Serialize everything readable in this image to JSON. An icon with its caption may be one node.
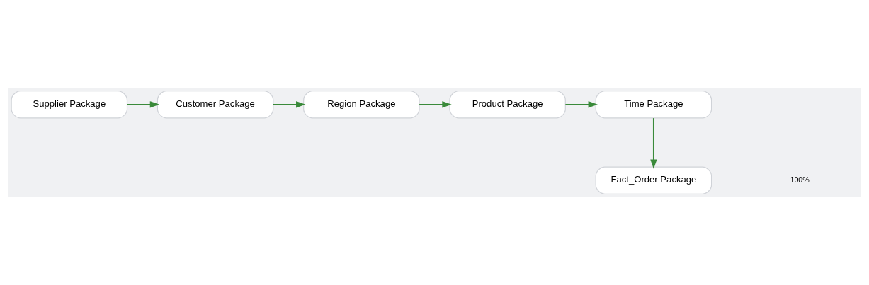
{
  "diagram": {
    "nodes": [
      {
        "text": [
          "Supplier Package"
        ]
      },
      {
        "text": [
          "Customer Package"
        ]
      },
      {
        "text": [
          "Region Package"
        ]
      },
      {
        "text": [
          "Product Package"
        ]
      },
      {
        "text": [
          "Time Package"
        ]
      },
      {
        "text": [
          "Fact_Order Package"
        ]
      }
    ],
    "edges": [
      {
        "from": 0,
        "to": 1,
        "arrow": "to"
      },
      {
        "from": 1,
        "to": 2,
        "arrow": "to"
      },
      {
        "from": 2,
        "to": 3,
        "arrow": "to"
      },
      {
        "from": 3,
        "to": 4,
        "arrow": "to"
      },
      {
        "from": 4,
        "to": 5,
        "arrow": "to"
      }
    ],
    "labels": [
      "100%"
    ]
  }
}
